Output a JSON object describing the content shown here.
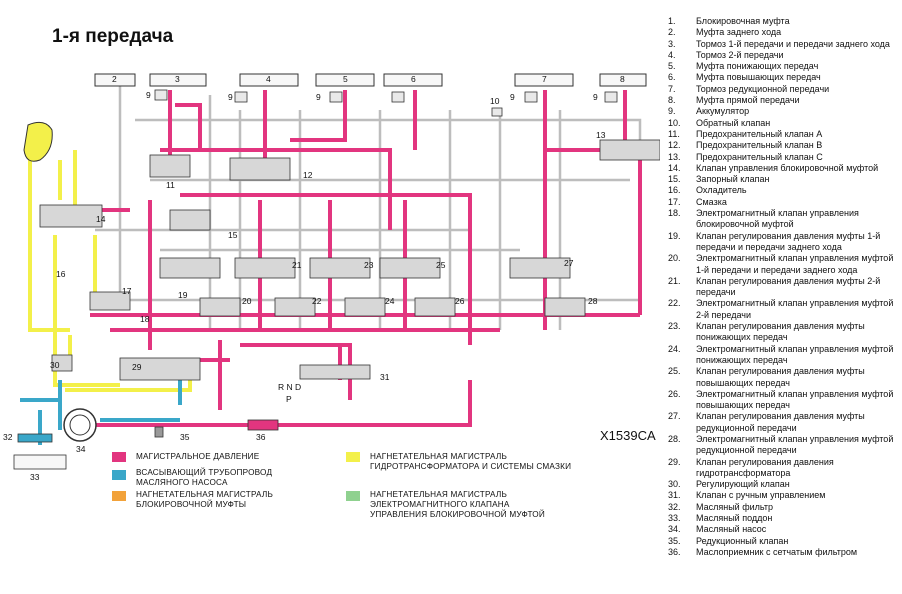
{
  "title": "1-я передача",
  "figure_code": "X1539CA",
  "colors": {
    "main_pressure": "#e2357f",
    "suction": "#3aa7c9",
    "lockup": "#f2a23a",
    "converter": "#f3f04a",
    "solenoid": "#8fd18f",
    "drain": "#bdbdbd",
    "line": "#333333"
  },
  "box_labels": [
    "2",
    "3",
    "4",
    "5",
    "6",
    "7",
    "8"
  ],
  "callouts": {
    "c9a": "9",
    "c9b": "9",
    "c9c": "9",
    "c9d": "9",
    "c9e": "9",
    "c10": "10",
    "c11": "11",
    "c12": "12",
    "c13": "13",
    "c14": "14",
    "c15": "15",
    "c16": "16",
    "c17": "17",
    "c18": "18",
    "c19": "19",
    "c20": "20",
    "c21": "21",
    "c22": "22",
    "c23": "23",
    "c24": "24",
    "c25": "25",
    "c26": "26",
    "c27": "27",
    "c28": "28",
    "c29": "29",
    "c30": "30",
    "c31": "31",
    "c32": "32",
    "c33": "33",
    "c34": "34",
    "c35": "35",
    "c36": "36"
  },
  "selector_letters": "R N D",
  "selector_p": "P",
  "keys": [
    {
      "id": "main",
      "label": "МАГИСТРАЛЬНОЕ ДАВЛЕНИЕ"
    },
    {
      "id": "suction",
      "label": "ВСАСЫВАЮЩИЙ ТРУБОПРОВОД МАСЛЯНОГО НАСОСА"
    },
    {
      "id": "lockup",
      "label": "НАГНЕТАТЕЛЬНАЯ МАГИСТРАЛЬ БЛОКИРОВОЧНОЙ МУФТЫ"
    },
    {
      "id": "converter",
      "label": "НАГНЕТАТЕЛЬНАЯ МАГИСТРАЛЬ ГИДРОТРАНСФОРМАТОРА И СИСТЕМЫ СМАЗКИ"
    },
    {
      "id": "solenoid",
      "label": "НАГНЕТАТЕЛЬНАЯ МАГИСТРАЛЬ ЭЛЕКТРОМАГНИТНОГО КЛАПАНА УПРАВЛЕНИЯ БЛОКИРОВОЧНОЙ МУФТОЙ"
    }
  ],
  "legend": [
    {
      "n": "1.",
      "t": "Блокировочная муфта"
    },
    {
      "n": "2.",
      "t": "Муфта заднего хода"
    },
    {
      "n": "3.",
      "t": "Тормоз 1-й передачи и передачи заднего хода"
    },
    {
      "n": "4.",
      "t": "Тормоз 2-й передачи"
    },
    {
      "n": "5.",
      "t": "Муфта понижающих передач"
    },
    {
      "n": "6.",
      "t": "Муфта повышающих передач"
    },
    {
      "n": "7.",
      "t": "Тормоз редукционной передачи"
    },
    {
      "n": "8.",
      "t": "Муфта прямой передачи"
    },
    {
      "n": "9.",
      "t": "Аккумулятор"
    },
    {
      "n": "10.",
      "t": "Обратный клапан"
    },
    {
      "n": "11.",
      "t": "Предохранительный клапан A"
    },
    {
      "n": "12.",
      "t": "Предохранительный клапан B"
    },
    {
      "n": "13.",
      "t": "Предохранительный клапан C"
    },
    {
      "n": "14.",
      "t": "Клапан управления блокировочной муфтой"
    },
    {
      "n": "15.",
      "t": "Запорный клапан"
    },
    {
      "n": "16.",
      "t": "Охладитель"
    },
    {
      "n": "17.",
      "t": "Смазка"
    },
    {
      "n": "18.",
      "t": "Электромагнитный клапан управления блокировочной муфтой"
    },
    {
      "n": "19.",
      "t": "Клапан регулирования давления муфты 1-й передачи и передачи заднего хода"
    },
    {
      "n": "20.",
      "t": "Электромагнитный клапан управления муфтой 1-й передачи и передачи заднего хода"
    },
    {
      "n": "21.",
      "t": "Клапан регулирования давления муфты 2-й передачи"
    },
    {
      "n": "22.",
      "t": "Электромагнитный клапан управления муфтой 2-й передачи"
    },
    {
      "n": "23.",
      "t": "Клапан регулирования давления муфты понижающих передач"
    },
    {
      "n": "24.",
      "t": "Электромагнитный клапан управления муфтой понижающих передач"
    },
    {
      "n": "25.",
      "t": "Клапан регулирования давления муфты повышающих передач"
    },
    {
      "n": "26.",
      "t": "Электромагнитный клапан управления муфтой повышающих передач"
    },
    {
      "n": "27.",
      "t": "Клапан регулирования давления муфты редукционной передачи"
    },
    {
      "n": "28.",
      "t": "Электромагнитный клапан управления муфтой редукционной передачи"
    },
    {
      "n": "29.",
      "t": "Клапан регулирования давления гидротрансформатора"
    },
    {
      "n": "30.",
      "t": "Регулирующий клапан"
    },
    {
      "n": "31.",
      "t": "Клапан с ручным управлением"
    },
    {
      "n": "32.",
      "t": "Масляный фильтр"
    },
    {
      "n": "33.",
      "t": "Масляный поддон"
    },
    {
      "n": "34.",
      "t": "Масляный насос"
    },
    {
      "n": "35.",
      "t": "Редукционный клапан"
    },
    {
      "n": "36.",
      "t": "Маслоприемник с сетчатым фильтром"
    }
  ]
}
